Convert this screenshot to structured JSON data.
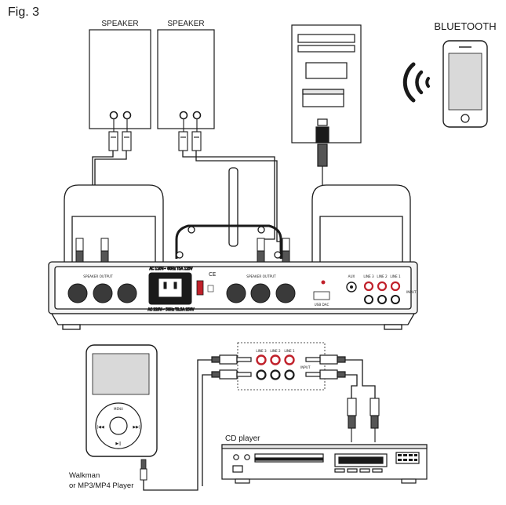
{
  "figure": {
    "label": "Fig. 3",
    "speaker_left_label": "SPEAKER",
    "speaker_right_label": "SPEAKER",
    "bluetooth_label": "BLUETOOTH",
    "cd_player_label": "CD player",
    "walkman_label_line1": "Walkman",
    "walkman_label_line2": "or MP3/MP4 Player",
    "speaker_output_left": "SPEAKER OUTPUT",
    "speaker_output_right": "SPEAKER OUTPUT",
    "line_in_labels": [
      "LINE 3",
      "LINE 2",
      "LINE 1"
    ],
    "aux_label": "AUX",
    "usb_label": "USB DAC",
    "input_label": "INPUT",
    "voltage_top": "AC 110V~ 60Hz T5A 125V",
    "voltage_bottom": "AC 220V~ 50Hz T2.5A 250V",
    "menu_symbol": "MENU",
    "transport_prev": "|◀◀",
    "transport_next": "▶▶|",
    "transport_play": "▶||"
  },
  "colors": {
    "line": "#1a1a1a",
    "panel_fill": "#f4f4f4",
    "screen_fill": "#d9d9d9",
    "red_jack": "#c0202a",
    "knob": "#3a3a3a"
  }
}
